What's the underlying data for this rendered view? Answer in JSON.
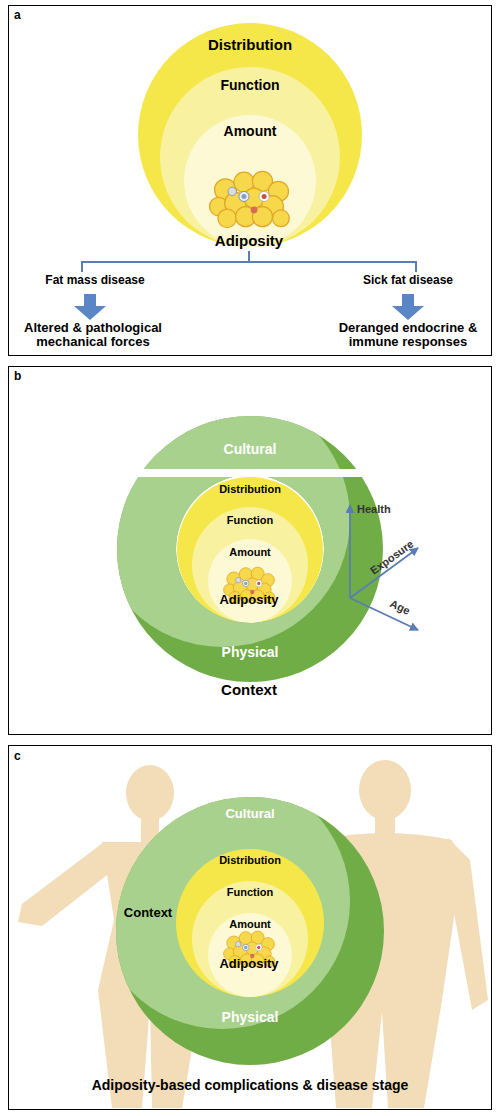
{
  "diagram": {
    "nodes": [
      {
        "text": [
          "a"
        ]
      },
      {
        "text": [
          "Distribution"
        ],
        "in": 0
      },
      {
        "text": [
          "Function"
        ],
        "in": 1
      },
      {
        "text": [
          "Amount"
        ],
        "in": 2
      },
      {
        "text": [
          "b"
        ]
      },
      {
        "text": [
          "Cultural"
        ],
        "in": 4
      },
      {
        "text": [
          "Distribution"
        ],
        "in": 4
      },
      {
        "text": [
          "Function"
        ],
        "in": 6
      },
      {
        "text": [
          "Amount"
        ],
        "in": 7
      },
      {
        "text": [
          "Physical"
        ],
        "in": 4
      },
      {
        "text": [
          "c"
        ]
      },
      {
        "text": [
          "Cultural",
          "Context",
          "Physical"
        ],
        "in": 10
      },
      {
        "text": [
          "Distribution"
        ],
        "in": 11
      },
      {
        "text": [
          "Function"
        ],
        "in": 12
      },
      {
        "text": [
          "Amount"
        ],
        "in": 13
      }
    ],
    "labels": [
      "Adiposity",
      "Fat mass disease",
      "Sick fat disease",
      "Altered & pathological mechanical forces",
      "Deranged endocrine & immune responses",
      "Adiposity",
      "Context",
      "Health",
      "Exposure",
      "Age",
      "Adiposity",
      "Adiposity-based complications & disease stage"
    ]
  }
}
